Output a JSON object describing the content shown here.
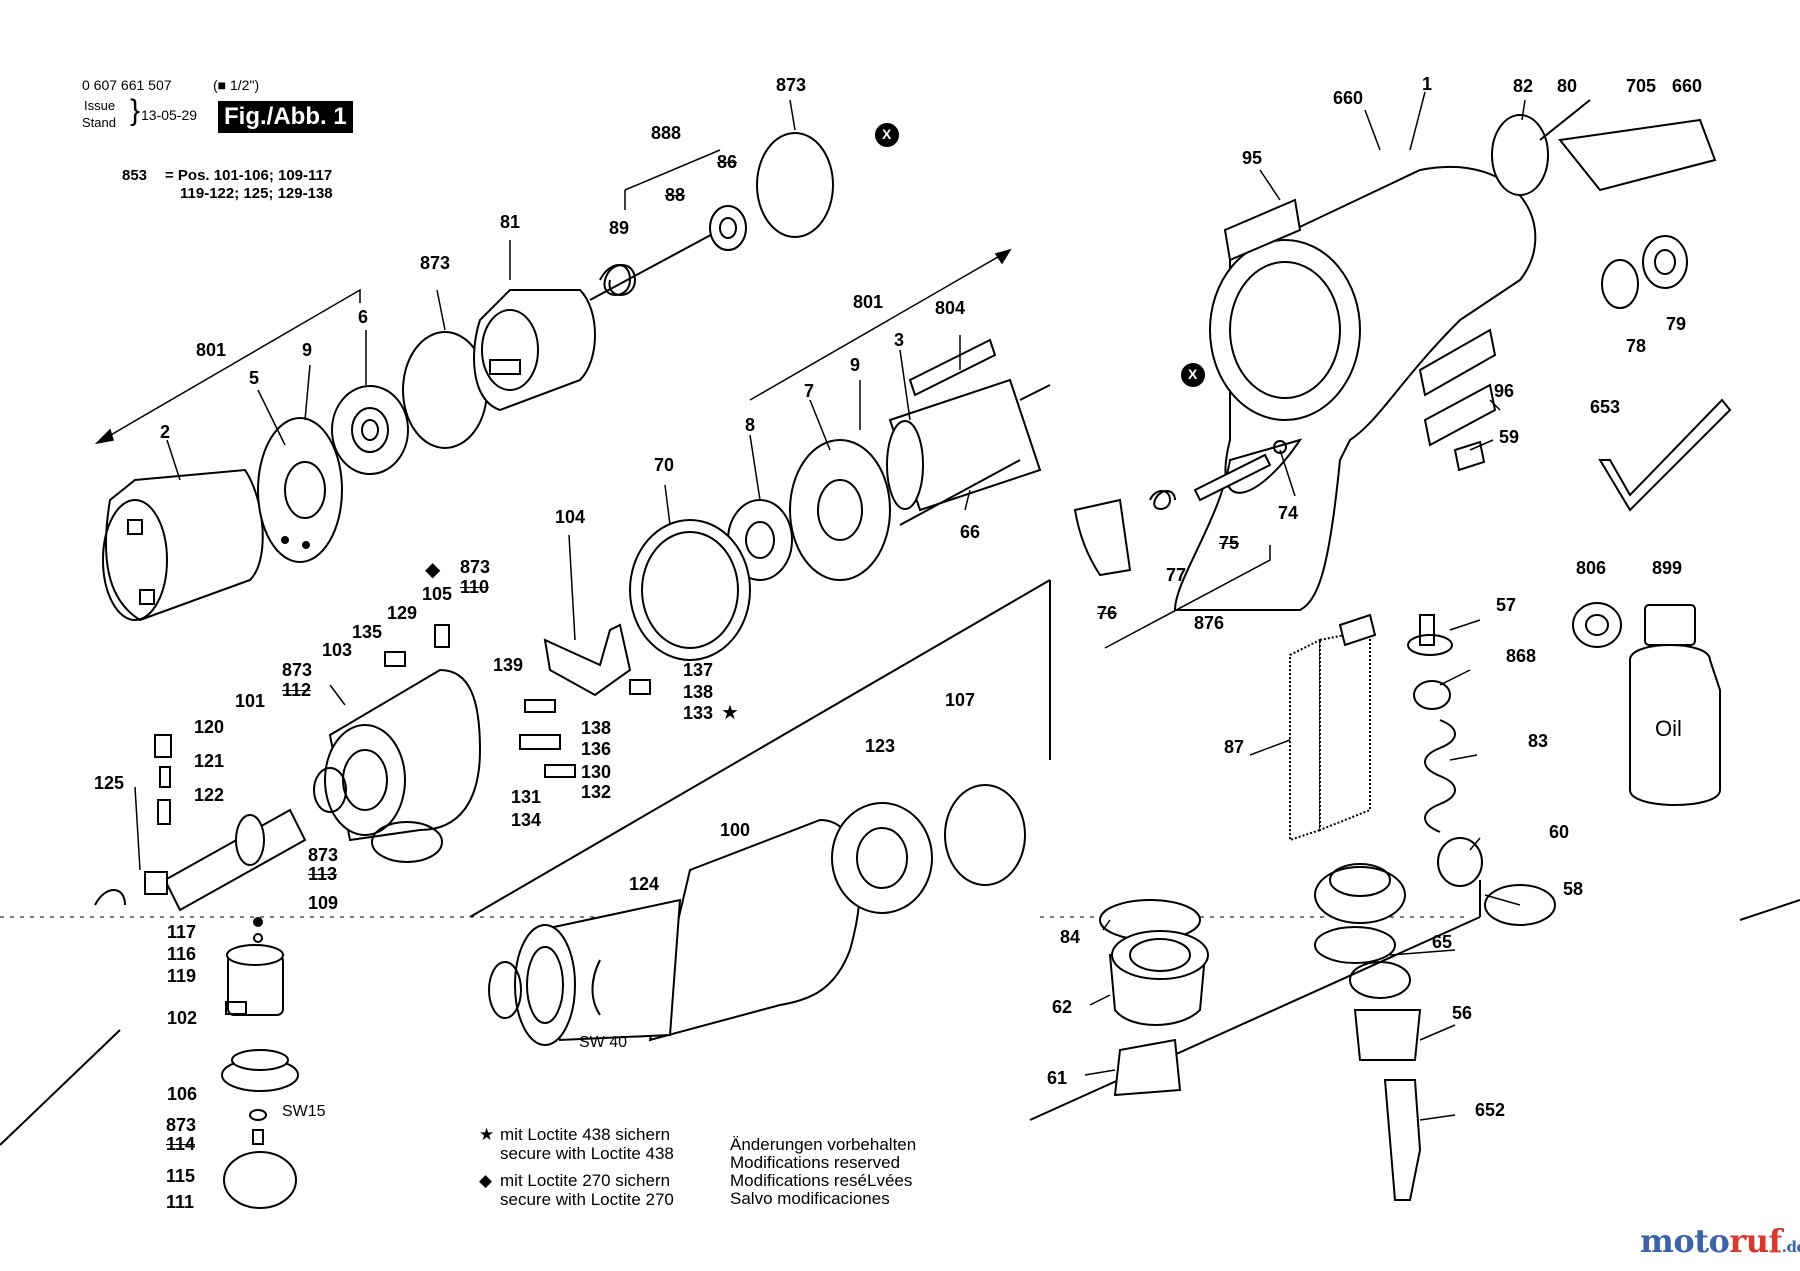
{
  "header": {
    "part_number": "0 607 661 507",
    "drive": "(■ 1/2\")",
    "issue_label_1": "Issue",
    "issue_label_2": "Stand",
    "date": "13-05-29",
    "figure": "Fig./Abb. 1",
    "kit_id": "853",
    "kit_line_1": "= Pos. 101-106; 109-117",
    "kit_line_2": "119-122; 125; 129-138"
  },
  "part_labels": [
    "873",
    "888",
    "89",
    "86",
    "88",
    "660",
    "1",
    "82",
    "80",
    "705",
    "95",
    "81",
    "873",
    "801",
    "9",
    "6",
    "5",
    "2",
    "801",
    "804",
    "7",
    "9",
    "3",
    "8",
    "70",
    "66",
    "104",
    "873",
    "105",
    "110",
    "129",
    "135",
    "103",
    "873",
    "112",
    "101",
    "120",
    "121",
    "122",
    "125",
    "139",
    "137",
    "138",
    "133",
    "138",
    "136",
    "130",
    "131",
    "132",
    "134",
    "107",
    "123",
    "873",
    "113",
    "109",
    "100",
    "124",
    "117",
    "116",
    "119",
    "102",
    "106",
    "873",
    "114",
    "115",
    "111",
    "SW15",
    "SW 40",
    "79",
    "78",
    "96",
    "653",
    "59",
    "74",
    "77",
    "75",
    "76",
    "876",
    "806",
    "899",
    "57",
    "868",
    "83",
    "87",
    "60",
    "58",
    "84",
    "65",
    "62",
    "56",
    "61",
    "652"
  ],
  "callouts": {
    "x_marker": "X",
    "oil_label": "Oil",
    "star": "★"
  },
  "notes": {
    "loctite_438_de": "mit Loctite 438 sichern",
    "loctite_438_en": "secure with Loctite 438",
    "loctite_270_de": "mit Loctite 270 sichern",
    "loctite_270_en": "secure with Loctite 270",
    "mod_de": "Änderungen vorbehalten",
    "mod_en": "Modifications reserved",
    "mod_fr": "Modifications reséLvées",
    "mod_es": "Salvo modificaciones"
  },
  "brand": {
    "part1": "moto",
    "part2": "ruf",
    "part3": ".de"
  }
}
